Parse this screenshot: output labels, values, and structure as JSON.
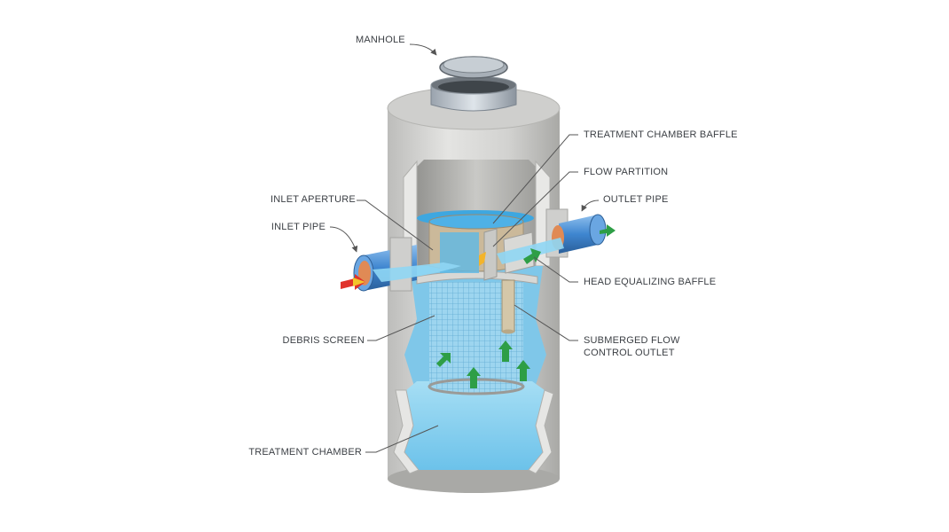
{
  "labels": {
    "manhole": "MANHOLE",
    "treatment_chamber_baffle": "TREATMENT CHAMBER BAFFLE",
    "flow_partition": "FLOW PARTITION",
    "outlet_pipe": "OUTLET PIPE",
    "inlet_aperture": "INLET APERTURE",
    "inlet_pipe": "INLET PIPE",
    "head_equalizing_baffle": "HEAD EQUALIZING BAFFLE",
    "debris_screen": "DEBRIS SCREEN",
    "submerged_flow_control_outlet_line1": "SUBMERGED FLOW",
    "submerged_flow_control_outlet_line2": "CONTROL OUTLET",
    "treatment_chamber": "TREATMENT CHAMBER"
  },
  "colors": {
    "concrete": "#d6d6d4",
    "concrete_shade": "#b9b9b6",
    "water": "#8fd3f0",
    "water_deep": "#5bb8e4",
    "pipe_blue": "#4a8fd4",
    "pipe_inner": "#e08a55",
    "flow_arrow": "#2e9e46",
    "inflow_arrow": "#e0332b",
    "inflow_arrow_tip": "#f3c42b",
    "label_text": "#3b3f44"
  }
}
